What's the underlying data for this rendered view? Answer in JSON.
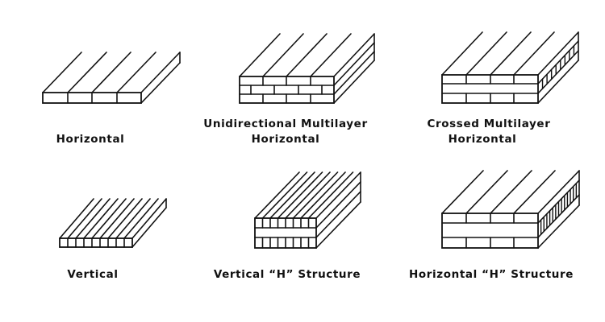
{
  "figure": {
    "stroke_color": "#111111",
    "background": "#ffffff",
    "panels": [
      {
        "id": "horizontal",
        "caption": [
          "Horizontal"
        ]
      },
      {
        "id": "unidirectional-multilayer-horizontal",
        "caption": [
          "Unidirectional Multilayer",
          "Horizontal"
        ]
      },
      {
        "id": "crossed-multilayer-horizontal",
        "caption": [
          "Crossed Multilayer",
          "Horizontal"
        ]
      },
      {
        "id": "vertical",
        "caption": [
          "Vertical"
        ]
      },
      {
        "id": "vertical-h-structure",
        "caption": [
          "Vertical “H” Structure"
        ]
      },
      {
        "id": "horizontal-h-structure",
        "caption": [
          "Horizontal “H” Structure"
        ]
      }
    ]
  }
}
